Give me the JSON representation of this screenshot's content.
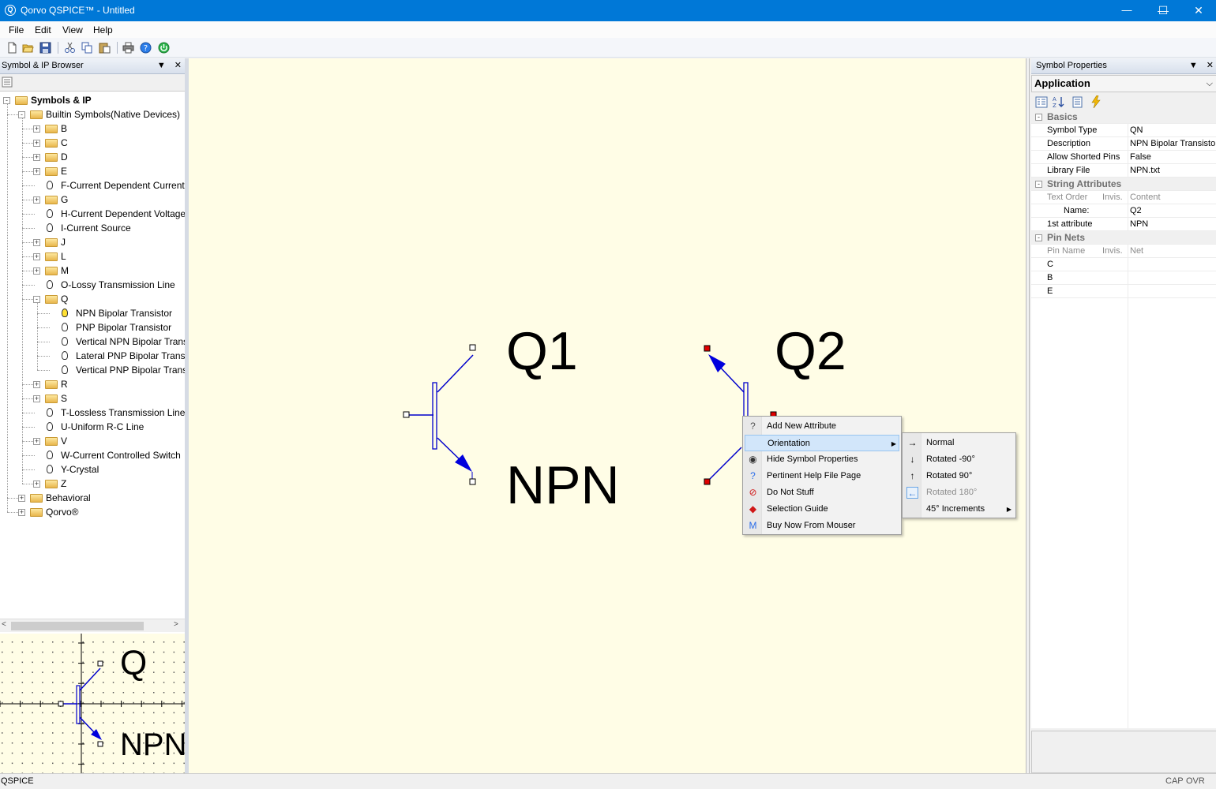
{
  "window": {
    "title": "Qorvo QSPICE™ - Untitled",
    "app_icon_glyph": "Q",
    "minimize": "—",
    "maximize": "☐",
    "close": "✕"
  },
  "menu": [
    "File",
    "Edit",
    "View",
    "Help"
  ],
  "toolbar": {
    "icons": [
      "new-file-icon",
      "open-folder-icon",
      "save-icon",
      "cut-icon",
      "copy-icon",
      "paste-icon",
      "print-icon",
      "help-icon",
      "power-icon"
    ]
  },
  "left_panel": {
    "title": "Symbol & IP Browser",
    "pin_glyph": "▼",
    "close_glyph": "✕",
    "tree": [
      {
        "label": "Symbols & IP",
        "level": 0,
        "type": "folder",
        "exp": "-",
        "bold": true
      },
      {
        "label": "Builtin Symbols(Native Devices)",
        "level": 1,
        "type": "folder",
        "exp": "-"
      },
      {
        "label": "B",
        "level": 2,
        "type": "folder",
        "exp": "+"
      },
      {
        "label": "C",
        "level": 2,
        "type": "folder",
        "exp": "+"
      },
      {
        "label": "D",
        "level": 2,
        "type": "folder",
        "exp": "+"
      },
      {
        "label": "E",
        "level": 2,
        "type": "folder",
        "exp": "+"
      },
      {
        "label": "F-Current Dependent Current",
        "level": 2,
        "type": "leaf"
      },
      {
        "label": "G",
        "level": 2,
        "type": "folder",
        "exp": "+"
      },
      {
        "label": "H-Current Dependent Voltage",
        "level": 2,
        "type": "leaf"
      },
      {
        "label": "I-Current Source",
        "level": 2,
        "type": "leaf"
      },
      {
        "label": "J",
        "level": 2,
        "type": "folder",
        "exp": "+"
      },
      {
        "label": "L",
        "level": 2,
        "type": "folder",
        "exp": "+"
      },
      {
        "label": "M",
        "level": 2,
        "type": "folder",
        "exp": "+"
      },
      {
        "label": "O-Lossy Transmission Line",
        "level": 2,
        "type": "leaf"
      },
      {
        "label": "Q",
        "level": 2,
        "type": "folder",
        "exp": "-"
      },
      {
        "label": "NPN Bipolar Transistor",
        "level": 3,
        "type": "leaf",
        "lit": true
      },
      {
        "label": "PNP Bipolar Transistor",
        "level": 3,
        "type": "leaf"
      },
      {
        "label": "Vertical NPN Bipolar Trans",
        "level": 3,
        "type": "leaf"
      },
      {
        "label": "Lateral PNP Bipolar Transi",
        "level": 3,
        "type": "leaf"
      },
      {
        "label": "Vertical PNP Bipolar Trans",
        "level": 3,
        "type": "leaf"
      },
      {
        "label": "R",
        "level": 2,
        "type": "folder",
        "exp": "+"
      },
      {
        "label": "S",
        "level": 2,
        "type": "folder",
        "exp": "+"
      },
      {
        "label": "T-Lossless Transmission Line",
        "level": 2,
        "type": "leaf"
      },
      {
        "label": "U-Uniform R-C Line",
        "level": 2,
        "type": "leaf"
      },
      {
        "label": "V",
        "level": 2,
        "type": "folder",
        "exp": "+"
      },
      {
        "label": "W-Current Controlled Switch",
        "level": 2,
        "type": "leaf"
      },
      {
        "label": "Y-Crystal",
        "level": 2,
        "type": "leaf"
      },
      {
        "label": "Z",
        "level": 2,
        "type": "folder",
        "exp": "+"
      },
      {
        "label": "Behavioral",
        "level": 1,
        "type": "folder",
        "exp": "+"
      },
      {
        "label": "Qorvo®",
        "level": 1,
        "type": "folder",
        "exp": "+"
      }
    ],
    "preview": {
      "name": "Q",
      "model": "NPN"
    }
  },
  "schematic": {
    "q1": {
      "name": "Q1",
      "model": "NPN"
    },
    "q2": {
      "name": "Q2"
    }
  },
  "context_menu": {
    "items": [
      {
        "label": "Add New Attribute",
        "icon": "add-attribute-icon",
        "glyph": "?"
      },
      {
        "label": "Orientation",
        "icon": "",
        "glyph": "",
        "highlight": true,
        "submenu": true
      },
      {
        "label": "Hide Symbol Properties",
        "icon": "eye-icon",
        "glyph": "◉"
      },
      {
        "label": "Pertinent Help File Page",
        "icon": "help-icon",
        "glyph": "?"
      },
      {
        "label": "Do Not Stuff",
        "icon": "no-entry-icon",
        "glyph": "⊘"
      },
      {
        "label": "Selection Guide",
        "icon": "selection-guide-icon",
        "glyph": "◆"
      },
      {
        "label": "Buy Now From Mouser",
        "icon": "mouser-icon",
        "glyph": "M"
      }
    ],
    "submenu": [
      {
        "label": "Normal",
        "icon": "arrow-right-icon",
        "glyph": "→"
      },
      {
        "label": "Rotated -90°",
        "icon": "arrow-down-icon",
        "glyph": "↓"
      },
      {
        "label": "Rotated  90°",
        "icon": "arrow-up-icon",
        "glyph": "↑"
      },
      {
        "label": "Rotated 180°",
        "icon": "arrow-left-icon",
        "glyph": "←",
        "disabled": true
      },
      {
        "label": "45° Increments",
        "icon": "",
        "glyph": "",
        "submenu": true
      }
    ],
    "submenu_arrow": "▶"
  },
  "right_panel": {
    "title": "Symbol Properties",
    "pin_glyph": "▼",
    "close_glyph": "✕",
    "combo": "Application",
    "combo_chevron": "⌵",
    "collapse_glyph": "-",
    "categories": {
      "basics": "Basics",
      "string_attributes": "String Attributes",
      "pin_nets": "Pin Nets"
    },
    "basics": [
      {
        "key": "Symbol Type",
        "value": "QN"
      },
      {
        "key": "Description",
        "value": "NPN Bipolar Transistor"
      },
      {
        "key": "Allow Shorted Pins",
        "value": "False"
      },
      {
        "key": "Library File",
        "value": "NPN.txt"
      }
    ],
    "string_attr_header": {
      "c1": "Text Order",
      "c2": "Invis.",
      "c3": "Content"
    },
    "string_attrs": [
      {
        "key": "Name:",
        "value": "Q2"
      },
      {
        "key": "1st attribute",
        "value": "NPN"
      }
    ],
    "pin_header": {
      "c1": "Pin Name",
      "c2": "Invis.",
      "c3": "Net"
    },
    "pins": [
      "C",
      "B",
      "E"
    ]
  },
  "status": {
    "left": "QSPICE",
    "cap": "CAP",
    "ovr": "OVR"
  }
}
